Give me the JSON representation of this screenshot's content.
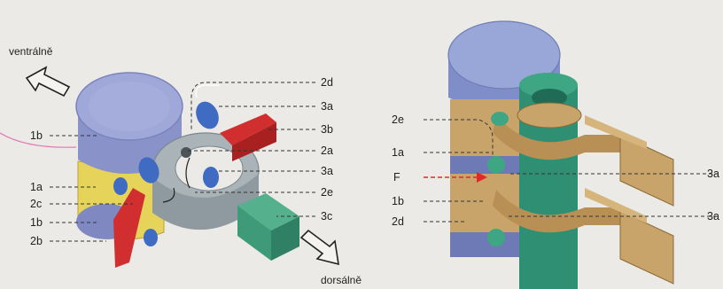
{
  "directions": {
    "ventral": "ventrálně",
    "dorsal": "dorsálně"
  },
  "left_labels": {
    "l1b_top": "1b",
    "l1a": "1a",
    "l2c": "2c",
    "l1b_bottom": "1b",
    "l2b": "2b"
  },
  "right_labels_left_figure": {
    "l2d": "2d",
    "l3a_top": "3a",
    "l3b": "3b",
    "l2a": "2a",
    "l3a_mid": "3a",
    "l2e": "2e",
    "l3c": "3c"
  },
  "right_figure_labels": {
    "l2e": "2e",
    "l1a": "1a",
    "lF": "F",
    "l1b": "1b",
    "l2d": "2d",
    "l3a_top": "3a",
    "l3a_bottom": "3a"
  },
  "colors": {
    "body_blue": "#8a93c9",
    "body_top": "#9fa8d8",
    "disc_yellow": "#e6d45a",
    "process_red": "#d12f2f",
    "process_green": "#3f9a7a",
    "arch_gray": "#a9b3b8",
    "facet_blue": "#3f6bc2",
    "model_tan": "#c9a46a",
    "model_green": "#2f8f73",
    "arrow_red": "#e02a2a"
  }
}
